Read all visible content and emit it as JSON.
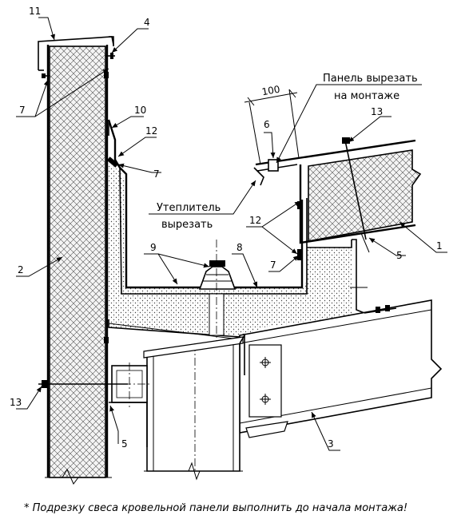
{
  "labels": {
    "l1": "1",
    "l2": "2",
    "l3": "3",
    "l4": "4",
    "l5a": "5",
    "l5b": "5",
    "l6": "6",
    "l7a": "7",
    "l7b": "7",
    "l7c": "7",
    "l8": "8",
    "l9": "9",
    "l10": "10",
    "l11": "11",
    "l12a": "12",
    "l12b": "12",
    "l13a": "13",
    "l13b": "13"
  },
  "dimension": "100",
  "annotations": {
    "panel_cut_line1": "Панель вырезать",
    "panel_cut_line2": "на монтаже",
    "insulation_cut_line1": "Утеплитель",
    "insulation_cut_line2": "вырезать"
  },
  "footnote": "* Подрезку свеса кровельной панели выполнить до начала монтажа!"
}
